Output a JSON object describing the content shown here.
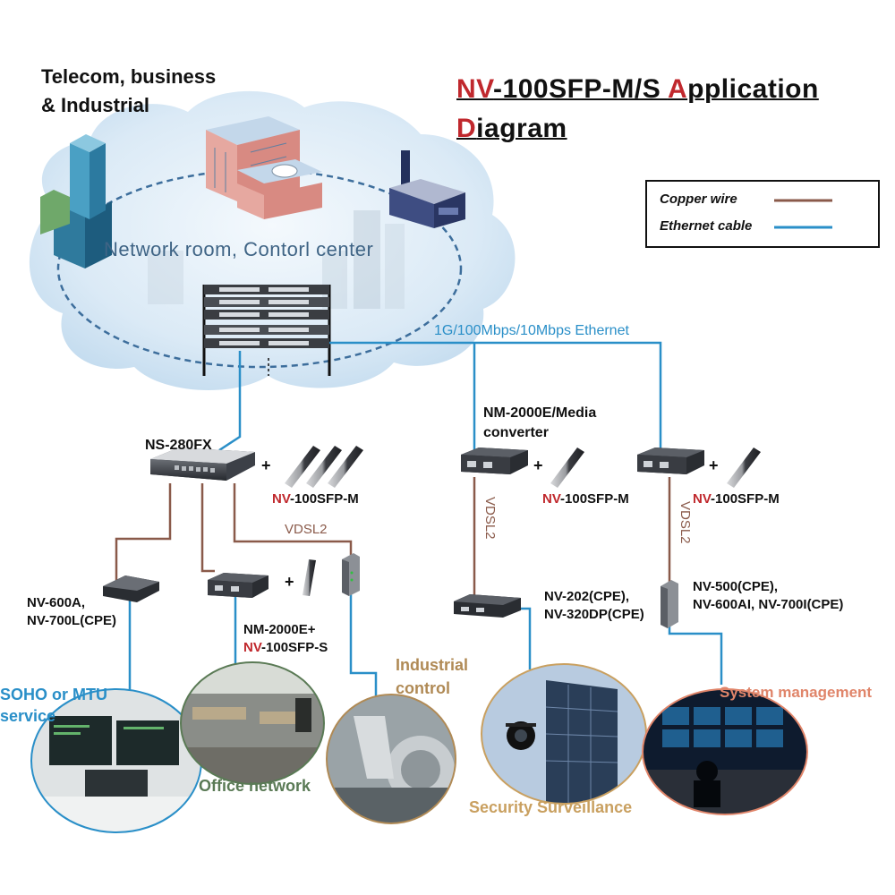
{
  "title": {
    "line1_seg1": "NV",
    "line1_seg2": "-100SFP-M/S ",
    "line1_seg3": "A",
    "line1_seg4": "pplication",
    "line2_seg1": "D",
    "line2_seg2": "iagram"
  },
  "header": {
    "telecom_line1": "Telecom, business",
    "telecom_line2": "& Industrial",
    "network_room": "Network room, Contorl center"
  },
  "legend": {
    "copper": "Copper wire",
    "ethernet": "Ethernet cable"
  },
  "labels": {
    "ethernet_speed": "1G/100Mbps/10Mbps Ethernet",
    "ns280fx": "NS-280FX",
    "nm2000e_line1": "NM-2000E/Media",
    "nm2000e_line2": "converter",
    "sfp_m_1_prefix": "NV",
    "sfp_m_1_suffix": "-100SFP-M",
    "sfp_m_2_prefix": "NV",
    "sfp_m_2_suffix": "-100SFP-M",
    "sfp_m_3_prefix": "NV",
    "sfp_m_3_suffix": "-100SFP-M",
    "vdsl2_a": "VDSL2",
    "vdsl2_b": "VDSL2",
    "vdsl2_c": "VDSL2",
    "plus": "+",
    "nv600a_line1": "NV-600A,",
    "nv600a_line2": "NV-700L(CPE)",
    "nm2000e_plus": "NM-2000E+",
    "sfp_s_prefix": "NV",
    "sfp_s_suffix": "-100SFP-S",
    "nv202_line1": "NV-202(CPE),",
    "nv202_line2": "NV-320DP(CPE)",
    "nv500_line1": "NV-500(CPE),",
    "nv500_line2": "NV-600AI, NV-700I(CPE)"
  },
  "scenes": {
    "soho_line1": "SOHO or MTU",
    "soho_line2": "service",
    "office": "Office network",
    "industrial_line1": "Industrial",
    "industrial_line2": "control",
    "security": "Security Surveillance",
    "system": "System management"
  },
  "colors": {
    "copper": "#8a5a4a",
    "ethernet": "#2a8fc8",
    "accent_red": "#c0282d",
    "soho": "#2a8fc8",
    "office": "#5a7a55",
    "industrial": "#b08a55",
    "security": "#c9a060",
    "system": "#e0856a"
  },
  "icons": {
    "rack": "server-rack-icon",
    "switch": "network-switch-icon",
    "converter": "media-converter-icon",
    "sfp": "sfp-module-icon",
    "cpe": "cpe-modem-icon",
    "din": "din-rail-device-icon"
  }
}
